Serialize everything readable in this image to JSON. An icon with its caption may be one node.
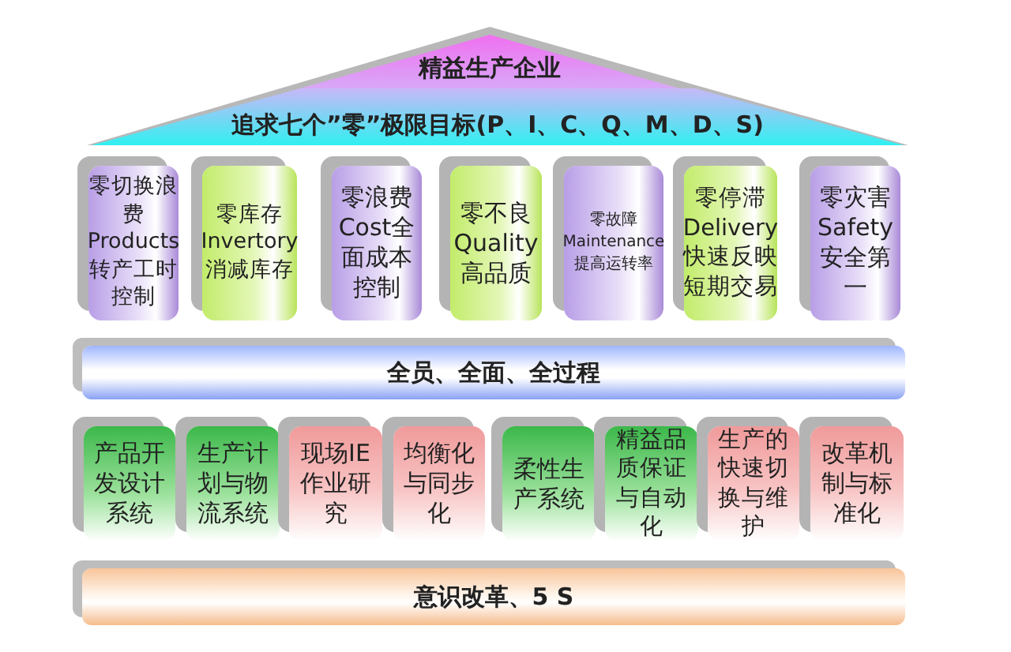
{
  "diagram": {
    "nodes": [
      {
        "text": [
          "精益生产企业"
        ]
      },
      {
        "text": [
          "追求七个”零”极限目标(P、I、C、Q、M、D、S)"
        ]
      },
      {
        "text": [
          "零切换浪费Products转产工时控制"
        ]
      },
      {
        "text": [
          "零库存Invertory消减库存"
        ]
      },
      {
        "text": [
          "零浪费Cost全面成本控制"
        ]
      },
      {
        "text": [
          "零不良Quality高品质"
        ]
      },
      {
        "text": [
          "零故障Maintenance提高运转率"
        ]
      },
      {
        "text": [
          "零停滞Delivery快速反映短期交易"
        ]
      },
      {
        "text": [
          "零灾害Safety安全第一"
        ]
      },
      {
        "text": [
          "全员、全面、全过程"
        ]
      },
      {
        "text": [
          "产品开发设计系统"
        ]
      },
      {
        "text": [
          "生产计划与物流系统"
        ]
      },
      {
        "text": [
          "现场IE作业研究"
        ]
      },
      {
        "text": [
          "均衡化与同步化"
        ]
      },
      {
        "text": [
          "柔性生产系统"
        ]
      },
      {
        "text": [
          "精益品质保证与自动化"
        ]
      },
      {
        "text": [
          "生产的快速切换与维护"
        ]
      },
      {
        "text": [
          "改革机制与标准化"
        ]
      },
      {
        "text": [
          "意识改革、5 S"
        ]
      }
    ]
  }
}
